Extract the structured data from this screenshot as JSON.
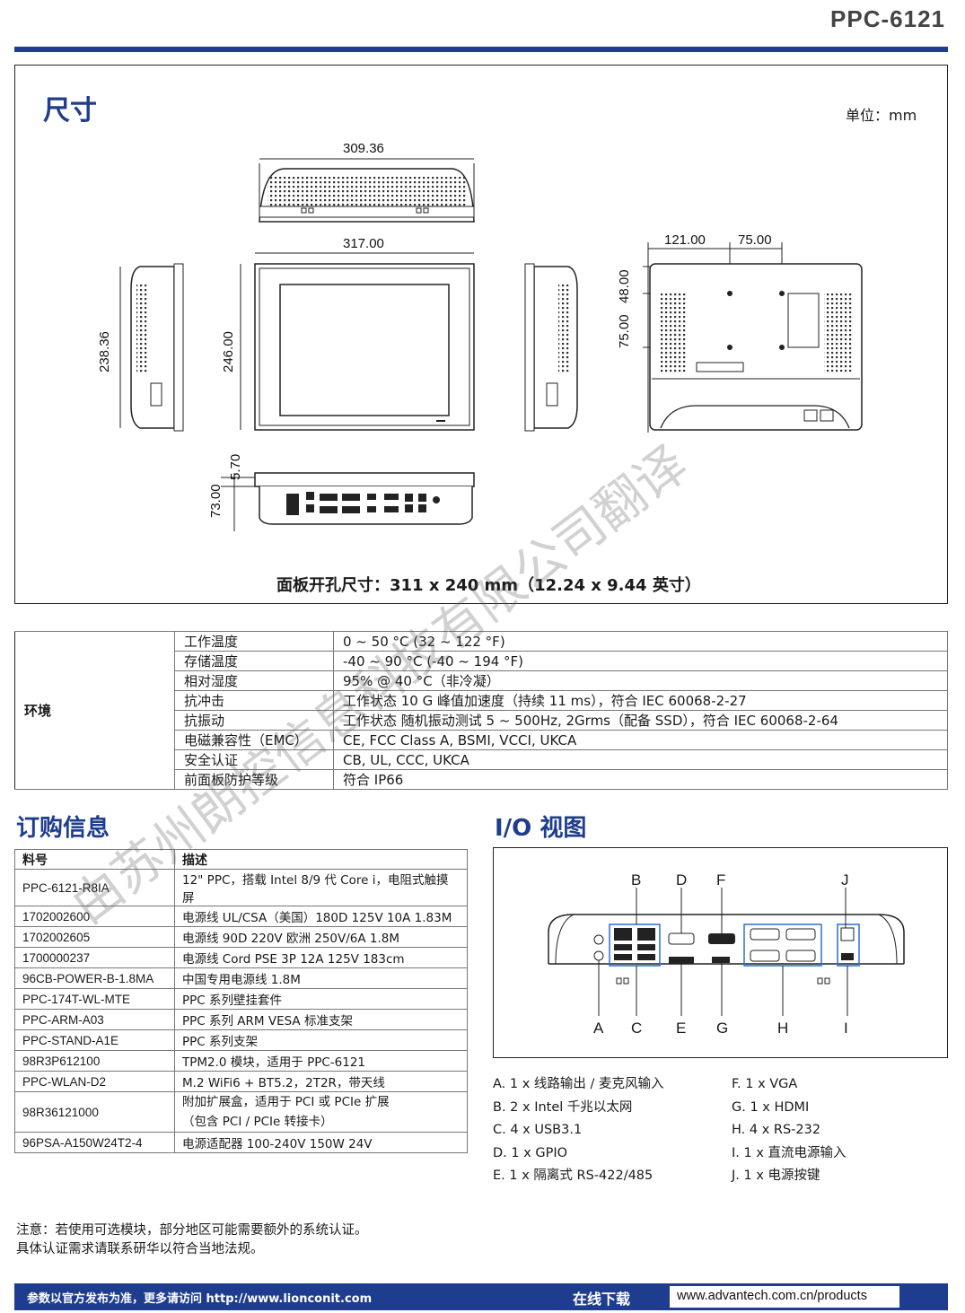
{
  "header": {
    "model": "PPC-6121"
  },
  "dimensions": {
    "title": "尺寸",
    "unit": "单位：mm",
    "top_width": "309.36",
    "front_width": "317.00",
    "side_height": "238.36",
    "front_height": "246.00",
    "vesa_h1": "121.00",
    "vesa_h2": "75.00",
    "vesa_v1": "48.00",
    "vesa_v2": "75.00",
    "bottom_depth": "73.00",
    "bottom_bezel": "5.70",
    "cutout": "面板开孔尺寸：311 x 240 mm（12.24 x 9.44 英寸）"
  },
  "environment": {
    "category": "环境",
    "rows": [
      {
        "label": "工作温度",
        "value": "0 ~ 50 °C (32 ~ 122 °F)"
      },
      {
        "label": "存储温度",
        "value": "-40 ~ 90 °C (-40 ~ 194 °F)"
      },
      {
        "label": "相对湿度",
        "value": "95% @ 40 °C（非冷凝）"
      },
      {
        "label": "抗冲击",
        "value": "工作状态 10 G 峰值加速度（持续 11 ms），符合 IEC 60068-2-27"
      },
      {
        "label": "抗振动",
        "value": "工作状态  随机振动测试 5 ~ 500Hz, 2Grms（配备 SSD），符合 IEC 60068-2-64"
      },
      {
        "label": "电磁兼容性（EMC）",
        "value": "CE, FCC Class A, BSMI, VCCI, UKCA"
      },
      {
        "label": "安全认证",
        "value": "CB, UL, CCC, UKCA"
      },
      {
        "label": "前面板防护等级",
        "value": "符合 IP66"
      }
    ]
  },
  "ordering": {
    "title": "订购信息",
    "col_pn": "料号",
    "col_desc": "描述",
    "rows": [
      {
        "pn": "PPC-6121-R8IA",
        "desc": "12\" PPC，搭载 Intel 8/9 代 Core i，电阻式触摸屏"
      },
      {
        "pn": "1702002600",
        "desc": "电源线 UL/CSA（美国）180D 125V 10A 1.83M"
      },
      {
        "pn": "1702002605",
        "desc": "电源线 90D 220V 欧洲 250V/6A 1.8M"
      },
      {
        "pn": "1700000237",
        "desc": "电源线 Cord PSE 3P 12A 125V 183cm"
      },
      {
        "pn": "96CB-POWER-B-1.8MA",
        "desc": "中国专用电源线 1.8M"
      },
      {
        "pn": "PPC-174T-WL-MTE",
        "desc": "PPC 系列壁挂套件"
      },
      {
        "pn": "PPC-ARM-A03",
        "desc": "PPC 系列 ARM VESA 标准支架"
      },
      {
        "pn": "PPC-STAND-A1E",
        "desc": "PPC 系列支架"
      },
      {
        "pn": "98R3P612100",
        "desc": "TPM2.0 模块，适用于 PPC-6121"
      },
      {
        "pn": "PPC-WLAN-D2",
        "desc": "M.2 WiFi6 + BT5.2，2T2R，带天线"
      },
      {
        "pn": "98R36121000",
        "desc": "附加扩展盒，适用于 PCI 或 PCIe 扩展",
        "desc2": "（包含 PCI / PCIe 转接卡）"
      },
      {
        "pn": "96PSA-A150W24T2-4",
        "desc": "电源适配器 100-240V 150W 24V"
      }
    ]
  },
  "io": {
    "title": "I/O 视图",
    "top_letters": [
      "B",
      "D",
      "F",
      "J"
    ],
    "bottom_letters": [
      "A",
      "C",
      "E",
      "G",
      "H",
      "I"
    ],
    "left_list": [
      "A. 1 x 线路输出 / 麦克风输入",
      "B. 2 x Intel 千兆以太网",
      "C. 4 x USB3.1",
      "D. 1 x GPIO",
      "E. 1 x 隔离式 RS-422/485"
    ],
    "right_list": [
      "F.  1 x VGA",
      "G.  1 x HDMI",
      "H.  4 x RS-232",
      "I.   1 x 直流电源输入",
      "J.   1 x 电源按键"
    ]
  },
  "note": {
    "line1": "注意：若使用可选模块，部分地区可能需要额外的系统认证。",
    "line2": "具体认证需求请联系研华以符合当地法规。"
  },
  "footer": {
    "left": "参数以官方发布为准，更多请访问 http://www.lionconit.com",
    "center": "在线下载",
    "url": "www.advantech.com.cn/products"
  },
  "watermark": "由苏州朗控信息科技有限公司翻译"
}
